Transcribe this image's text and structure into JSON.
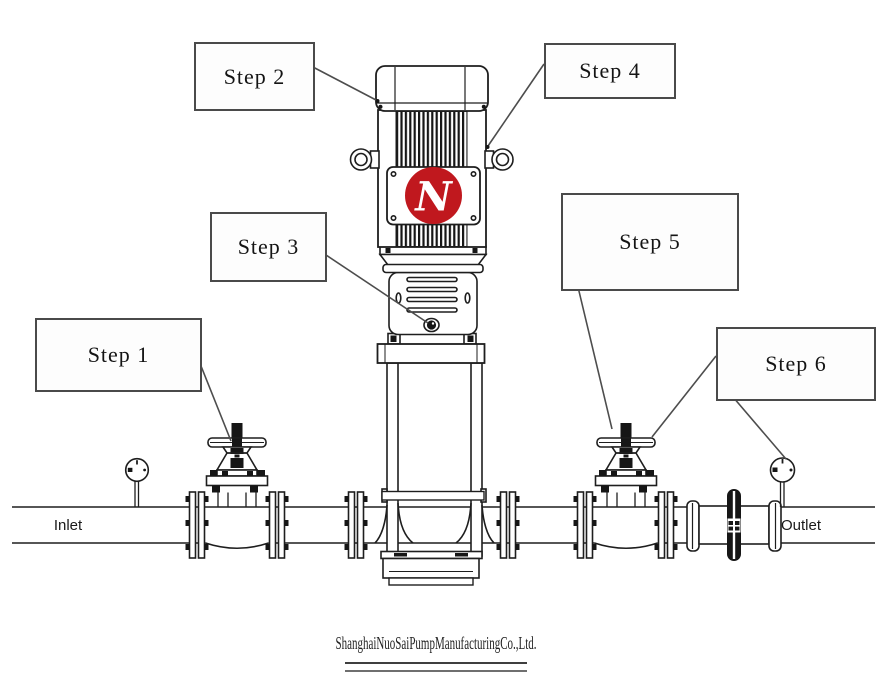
{
  "steps": [
    {
      "label": "Step 1"
    },
    {
      "label": "Step 2"
    },
    {
      "label": "Step 3"
    },
    {
      "label": "Step 4"
    },
    {
      "label": "Step 5"
    },
    {
      "label": "Step 6"
    }
  ],
  "pipeline": {
    "inlet_label": "Inlet",
    "outlet_label": "Outlet"
  },
  "footer": {
    "company_name": "ShanghaiNuoSaiPumpManufacturingCo.,Ltd."
  },
  "logo": {
    "letter": "N",
    "background_color": "#c0181e",
    "letter_color": "#ffffff"
  },
  "colors": {
    "drawing_line": "#1e1e1e",
    "leader_line": "#4d4d4d",
    "label_box_border": "#4a4a4a",
    "label_text": "#141414"
  }
}
